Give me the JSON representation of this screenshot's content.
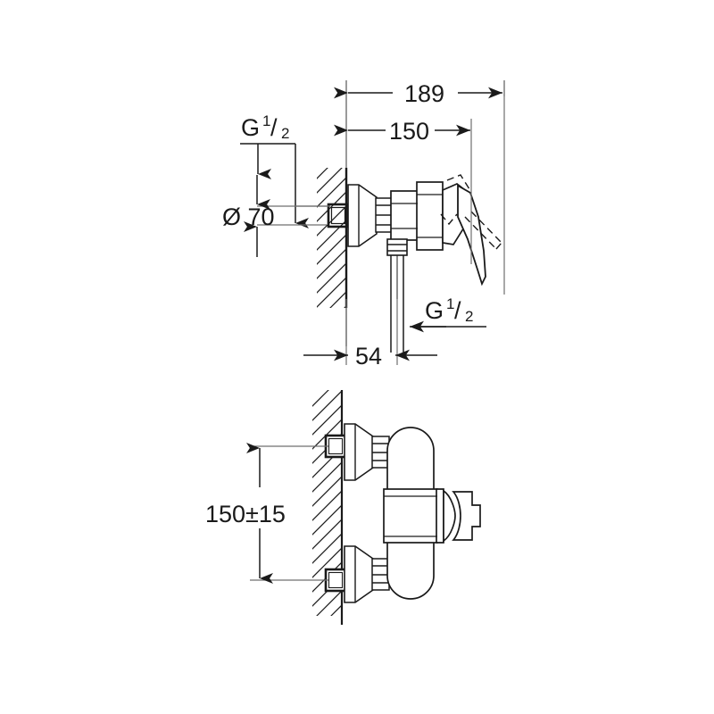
{
  "document": {
    "type": "technical-drawing",
    "subject": "Wall-mounted single-lever shower mixer",
    "views": [
      "side-elevation",
      "front-elevation"
    ],
    "background_color": "#ffffff",
    "line_color": "#1a1a1a"
  },
  "top_view": {
    "name": "side-elevation",
    "dimensions": {
      "overall_depth": "189",
      "body_depth": "150",
      "flange_diameter": "Ø 70",
      "outlet_offset": "54"
    },
    "labels": {
      "inlet_thread": {
        "letter": "G",
        "numerator": "1",
        "slash": "/",
        "denominator": "2"
      },
      "outlet_thread": {
        "letter": "G",
        "numerator": "1",
        "slash": "/",
        "denominator": "2"
      }
    }
  },
  "bottom_view": {
    "name": "front-elevation",
    "dimensions": {
      "inlet_centre_distance": "150±15"
    }
  },
  "units": "mm"
}
